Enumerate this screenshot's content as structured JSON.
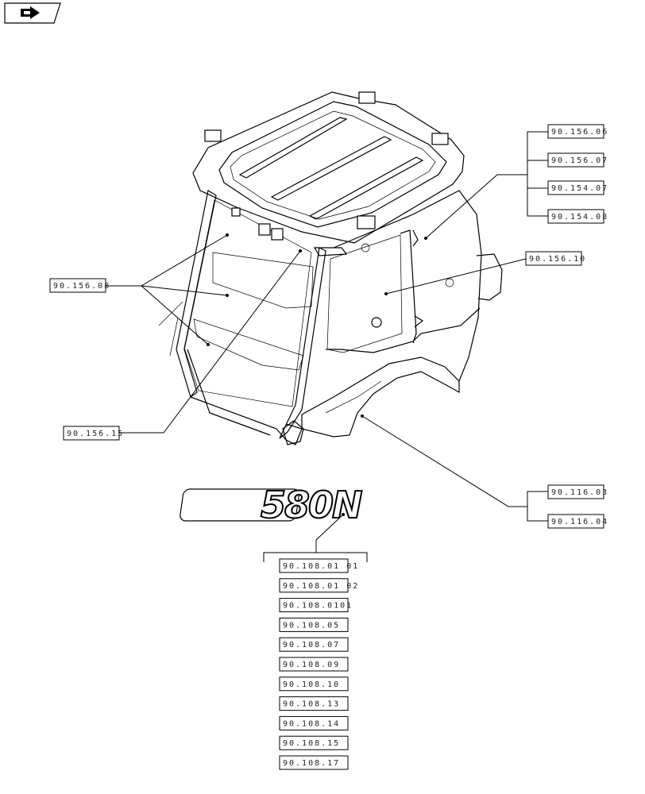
{
  "nav_icon": "back-arrow-icon",
  "logo": {
    "text": "580N"
  },
  "refs": {
    "r_156_06": "90.156.06",
    "r_156_07": "90.156.07",
    "r_154_07": "90.154.07",
    "r_154_08": "90.154.08",
    "r_156_10": "90.156.10",
    "r_156_08": "90.156.08",
    "r_156_15": "90.156.15",
    "r_116_03": "90.116.03",
    "r_116_04": "90.116.04"
  },
  "decal_refs": [
    "90.108.01 01",
    "90.108.01 02",
    "90.108.0101",
    "90.108.05",
    "90.108.07",
    "90.108.09",
    "90.108.10",
    "90.108.13",
    "90.108.14",
    "90.108.15",
    "90.108.17"
  ]
}
